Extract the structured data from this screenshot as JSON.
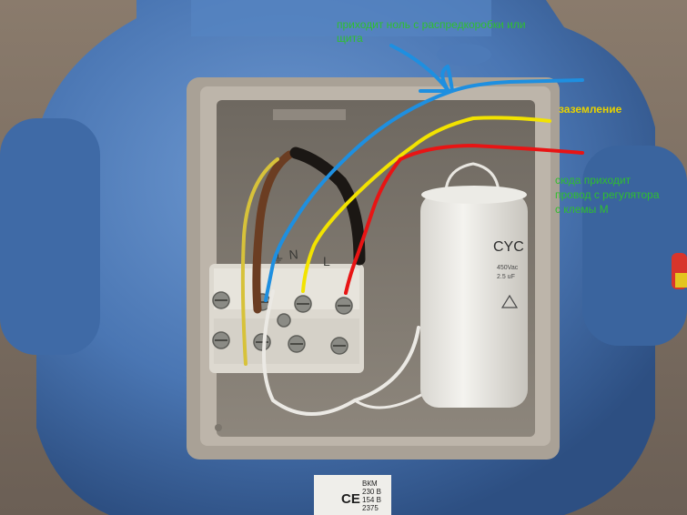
{
  "annotations": {
    "neutral": "приходит ноль с распредкоробки или\nщита",
    "ground": "заземление",
    "phase": "сюда приходит\nпровод с регулятора\nс клемы М"
  },
  "capacitor": {
    "brand": "CYC",
    "spec1": "450Vac",
    "spec2": "2.5 uF"
  },
  "terminals": {
    "ground_mark": "⏚",
    "neutral_mark": "N",
    "phase_mark": "L"
  },
  "label_plate": {
    "line1": "ВКМ",
    "line2": "230 В",
    "line3": "154 В",
    "line4": "2375",
    "ce_mark": "CE"
  },
  "colors": {
    "neutral_wire": "#1e8fe0",
    "ground_wire": "#f2e300",
    "phase_wire": "#e81414",
    "annotation_green": "#2fbf2f",
    "annotation_yellow": "#e8d200",
    "fan_body": "#4a78b8",
    "box": "#b8b0a6"
  }
}
